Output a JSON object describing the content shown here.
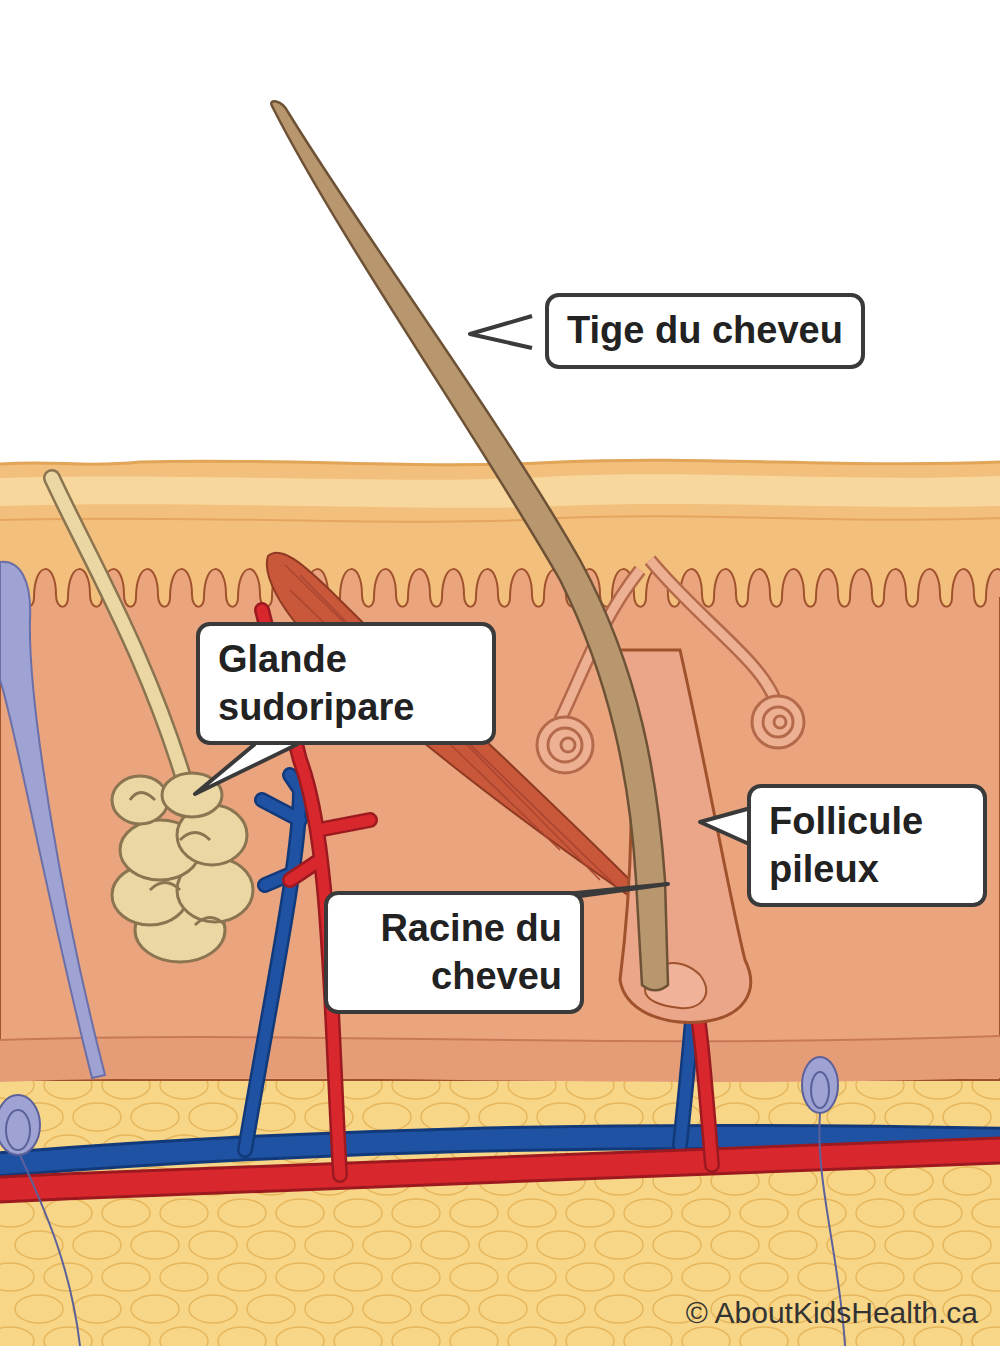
{
  "diagram": {
    "nodes": [
      {
        "text": [
          "Tige du cheveu"
        ]
      },
      {
        "text": [
          "Glande sudoripare"
        ]
      },
      {
        "text": [
          "Follicule pileux"
        ]
      },
      {
        "text": [
          "Racine du cheveu"
        ]
      }
    ],
    "labels": [
      "© AboutKidsHealth.ca"
    ]
  }
}
